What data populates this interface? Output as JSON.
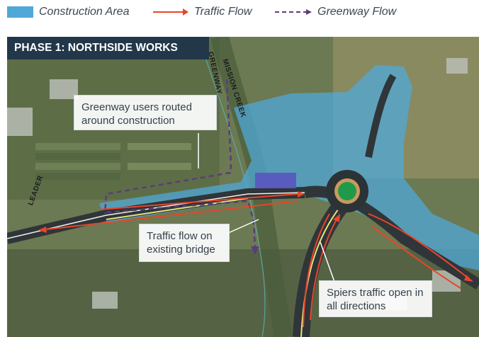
{
  "legend": {
    "construction_area": "Construction Area",
    "traffic_flow": "Traffic Flow",
    "greenway_flow": "Greenway Flow"
  },
  "colors": {
    "construction_area": "#4fa8d8",
    "traffic_flow": "#e8452c",
    "greenway_flow": "#5a3d7a",
    "banner": "#22384a",
    "roundabout_center": "#1e9a4a"
  },
  "phase": {
    "title": "PHASE 1: NORTHSIDE WORKS"
  },
  "callouts": {
    "greenway": "Greenway users routed around construction",
    "bridge": "Traffic flow on existing bridge",
    "spiers": "Spiers traffic open in all directions"
  },
  "map_labels": {
    "creek": "MISSION CREEK",
    "greenway": "GREENWAY",
    "leader": "LEADER"
  }
}
